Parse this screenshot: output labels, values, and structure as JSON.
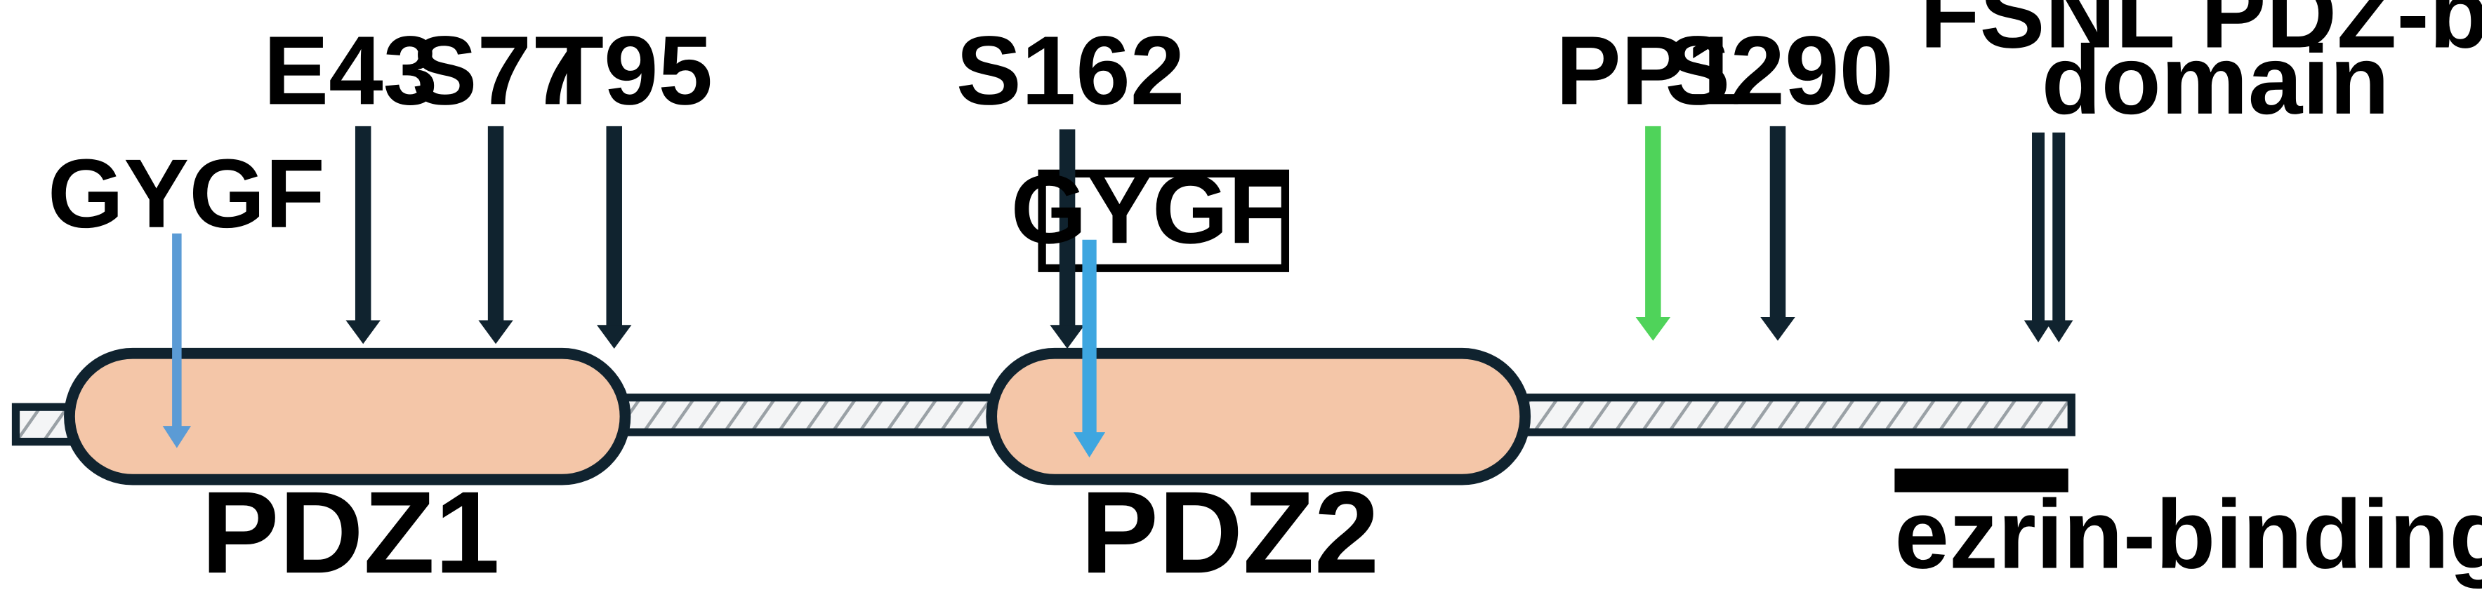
{
  "labels": {
    "gygf_1": "GYGF",
    "e43": "E43",
    "s77": "S77",
    "t95": "T95",
    "s162": "S162",
    "gygf_2": "GYGF",
    "pp1": "PP1",
    "s290": "S290",
    "fsnl_line1": "FSNL PDZ-binding",
    "fsnl_line2": "domain",
    "pdz1": "PDZ1",
    "pdz2": "PDZ2",
    "ezrin": "ezrin-binding domain"
  },
  "colors": {
    "pdz_fill": "#f4c6a8",
    "outline": "#10232f",
    "site_arrow": "#10232f",
    "gygf_arrow_1": "#5b9bd5",
    "gygf_arrow_2": "#3ea6e0",
    "pp1_arrow": "#4fd35a",
    "linker_fill": "#e9ecee"
  }
}
